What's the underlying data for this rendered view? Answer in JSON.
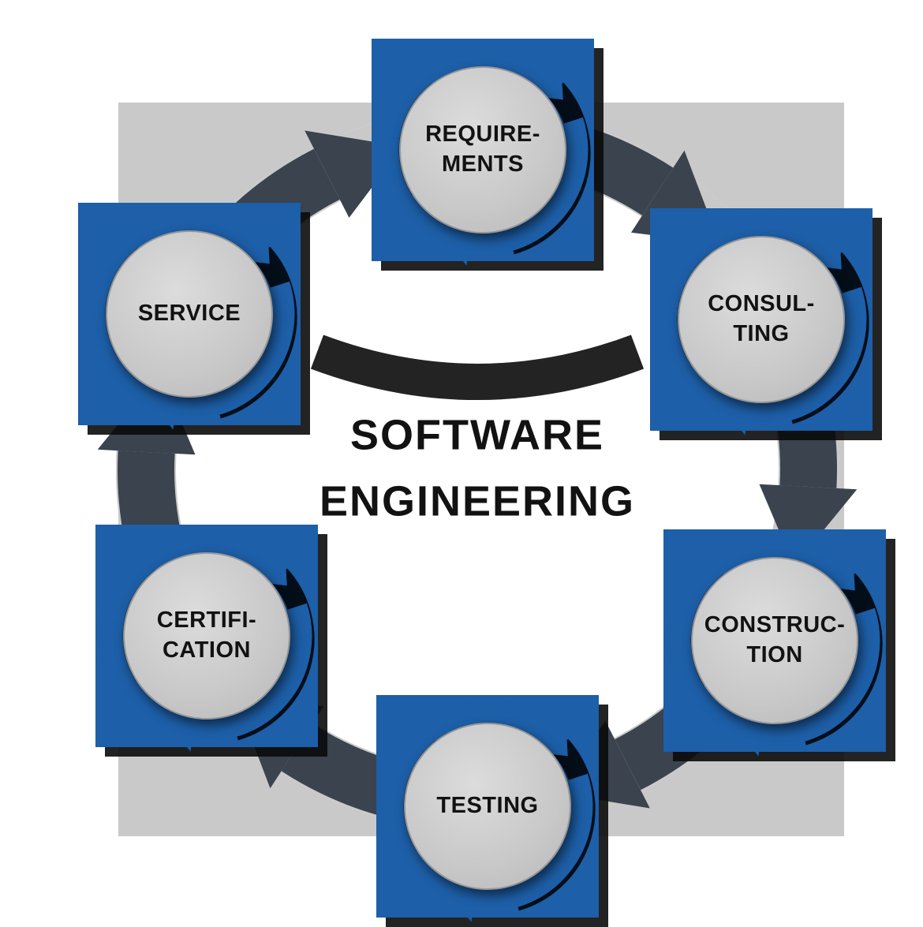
{
  "center": {
    "line1": "SOFTWARE",
    "line2": "ENGINEERING"
  },
  "nodes": [
    {
      "id": "requirements",
      "full": "REQUIREMENTS",
      "line1": "REQUIRE-",
      "line2": "MENTS"
    },
    {
      "id": "consulting",
      "full": "CONSULTING",
      "line1": "CONSUL-",
      "line2": "TING"
    },
    {
      "id": "construction",
      "full": "CONSTRUCTION",
      "line1": "CONSTRUC-",
      "line2": "TION"
    },
    {
      "id": "testing",
      "full": "TESTING",
      "line1": "TESTING",
      "line2": ""
    },
    {
      "id": "certification",
      "full": "CERTIFICATION",
      "line1": "CERTIFI-",
      "line2": "CATION"
    },
    {
      "id": "service",
      "full": "SERVICE",
      "line1": "SERVICE",
      "line2": ""
    }
  ],
  "flow": {
    "type": "cycle",
    "direction": "clockwise",
    "order": [
      "REQUIREMENTS",
      "CONSULTING",
      "CONSTRUCTION",
      "TESTING",
      "CERTIFICATION",
      "SERVICE"
    ]
  },
  "colors": {
    "node_blue": "#1d5fa8",
    "circle_gray": "#c8c8c8",
    "ring_gray": "#c9c9c9",
    "arrow_dark": "#3a434e",
    "shadow_black": "#0b0b0b",
    "text_dark": "#121212"
  }
}
